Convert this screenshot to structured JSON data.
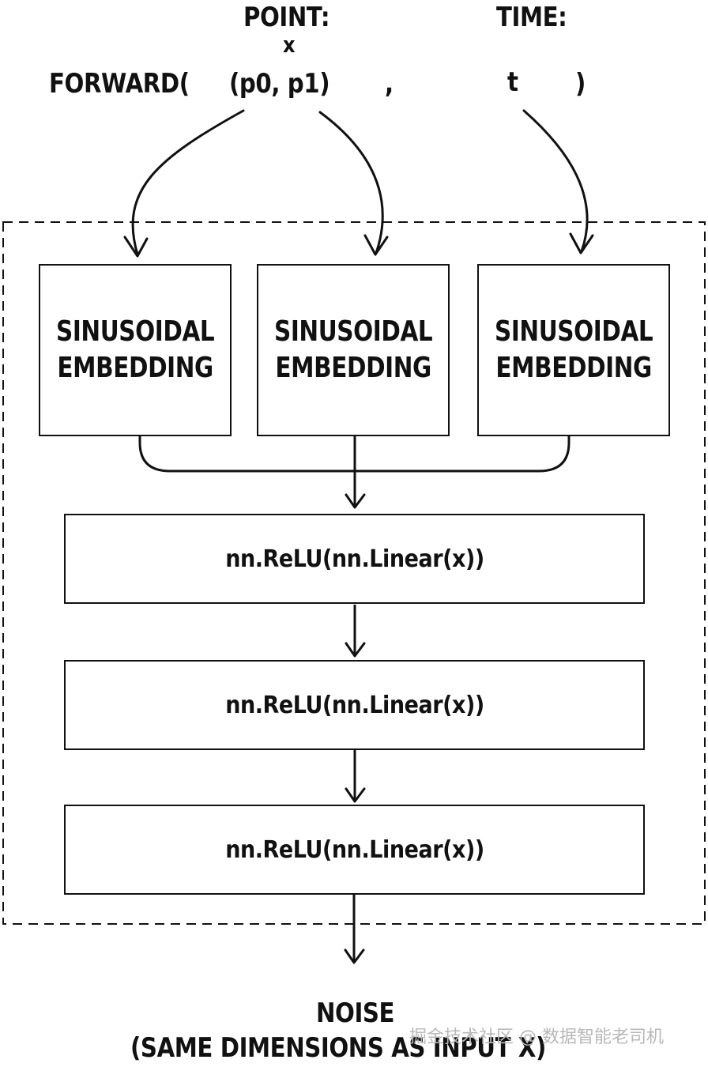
{
  "header": {
    "point_label": "POINT:",
    "x_symbol": "x",
    "forward_label": "FORWARD(",
    "point_args": "(p0, p1)",
    "comma": ",",
    "time_label": "TIME:",
    "t_symbol": "t",
    "close_paren": ")"
  },
  "model": {
    "embeddings": [
      {
        "line1": "SINUSOIDAL",
        "line2": "EMBEDDING"
      },
      {
        "line1": "SINUSOIDAL",
        "line2": "EMBEDDING"
      },
      {
        "line1": "SINUSOIDAL",
        "line2": "EMBEDDING"
      }
    ],
    "layers": [
      {
        "label": "nn.ReLU(nn.Linear(x))"
      },
      {
        "label": "nn.ReLU(nn.Linear(x))"
      },
      {
        "label": "nn.ReLU(nn.Linear(x))"
      }
    ]
  },
  "output": {
    "title": "NOISE",
    "subtitle": "(SAME DIMENSIONS AS INPUT X)"
  },
  "watermark": "掘金技术社区 @ 数据智能老司机",
  "colors": {
    "stroke": "#111111",
    "background": "#ffffff",
    "watermark": "#b8b8b8"
  }
}
